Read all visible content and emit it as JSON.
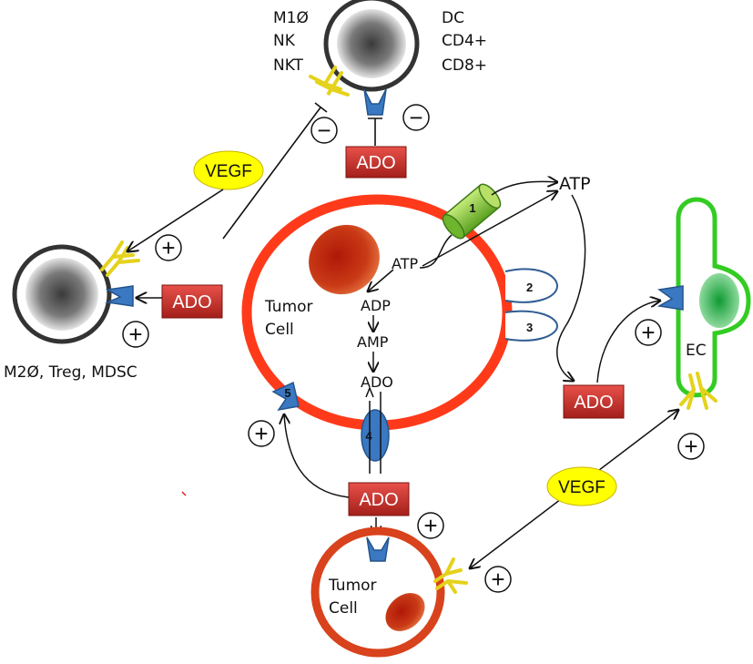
{
  "immune_cell_top": {
    "left_labels": [
      "M1Ø",
      "NK",
      "NKT"
    ],
    "right_labels": [
      "DC",
      "CD4+",
      "CD8+"
    ]
  },
  "immune_cell_left": {
    "label": "M2Ø, Treg,  MDSC"
  },
  "tumor_cell_main": {
    "label_line1": "Tumor",
    "label_line2": "Cell",
    "pathway": [
      "ATP",
      "ADP",
      "AMP",
      "ADO"
    ]
  },
  "tumor_cell_bottom": {
    "label_line1": "Tumor",
    "label_line2": "Cell"
  },
  "endothelial_cell": {
    "label": "EC"
  },
  "extracellular_atp": "ATP",
  "ado_box_text": "ADO",
  "vegf_text": "VEGF",
  "channel_numbers": [
    "1",
    "2",
    "3",
    "4",
    "5"
  ],
  "signs": {
    "minus": "−",
    "plus": "+"
  },
  "colors": {
    "tumor_ring": "#ff3a1a",
    "tumor_bottom_ring": "#d8421c",
    "ado_box": "#c8302a",
    "vegf": "#ffff00",
    "ec_outline": "#33cc22",
    "receptor_blue": "#3a78c2",
    "channel_green": "#8ccd3c"
  }
}
